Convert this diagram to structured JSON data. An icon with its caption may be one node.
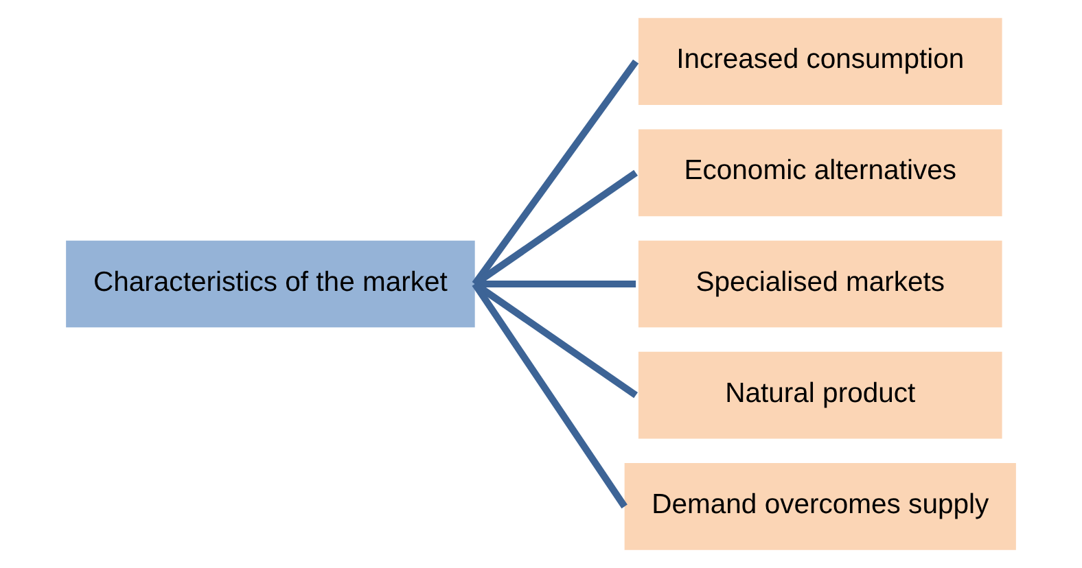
{
  "diagram": {
    "nodes": [
      {
        "text": [
          "Characteristics of the market"
        ]
      },
      {
        "text": [
          "Increased consumption"
        ]
      },
      {
        "text": [
          "Economic alternatives"
        ]
      },
      {
        "text": [
          "Specialised markets"
        ]
      },
      {
        "text": [
          "Natural product"
        ]
      },
      {
        "text": [
          "Demand overcomes supply"
        ]
      }
    ],
    "edges": [
      {
        "from": 0,
        "to": 1,
        "arrow": "none"
      },
      {
        "from": 0,
        "to": 2,
        "arrow": "none"
      },
      {
        "from": 0,
        "to": 3,
        "arrow": "none"
      },
      {
        "from": 0,
        "to": 4,
        "arrow": "none"
      },
      {
        "from": 0,
        "to": 5,
        "arrow": "none"
      }
    ]
  }
}
